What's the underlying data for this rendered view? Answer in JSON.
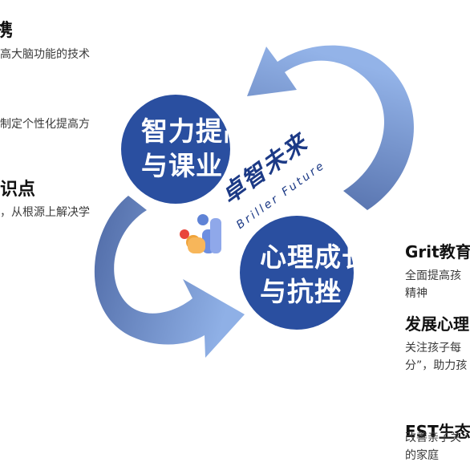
{
  "circles": {
    "top_left": {
      "line1": "智力提高",
      "line2": "与课业"
    },
    "bottom_right": {
      "line1": "心理成长",
      "line2": "与抗挫"
    }
  },
  "logo": {
    "cn": "卓智未来",
    "en": "Briller Future"
  },
  "left_column": {
    "heading1": "携",
    "line1": "高大脑功能的技术",
    "line2": "制定个性化提高方",
    "heading2": "识点",
    "line3": "，从根源上解决学"
  },
  "right_column": {
    "heading1": "Grit教育",
    "body1_line1": "全面提高孩",
    "body1_line2": "精神",
    "heading2": "发展心理",
    "body2_line1": "关注孩子每",
    "body2_line2": "分”，助力孩",
    "heading3": "EST生态",
    "body3_line1": "改善亲子关",
    "body3_line2": "的家庭"
  },
  "colors": {
    "circle": "#2a4fa0",
    "arrow_dark": "#4f6aa6",
    "arrow_light": "#8db0e6",
    "logo_blue": "#1c3a86"
  }
}
